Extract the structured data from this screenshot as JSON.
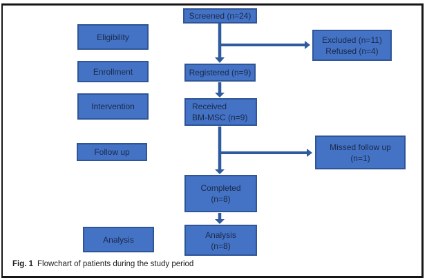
{
  "colors": {
    "box_fill": "#4472c4",
    "box_border": "#2f5597",
    "box_text": "#1b2a4a",
    "arrow": "#2e5b9e"
  },
  "flowchart": {
    "stage_labels": [
      {
        "id": "eligibility",
        "label": "Eligibility"
      },
      {
        "id": "enrollment",
        "label": "Enrollment"
      },
      {
        "id": "intervention",
        "label": "Intervention"
      },
      {
        "id": "followup",
        "label": "Follow up"
      },
      {
        "id": "analysis",
        "label": "Analysis"
      }
    ],
    "nodes": [
      {
        "id": "screened",
        "lines": [
          "Screened (n=24)"
        ]
      },
      {
        "id": "registered",
        "lines": [
          "Registered (n=9)"
        ]
      },
      {
        "id": "received",
        "lines": [
          "Received",
          "BM-MSC (n=9)"
        ]
      },
      {
        "id": "completed",
        "lines": [
          "Completed",
          "(n=8)"
        ]
      },
      {
        "id": "analysis",
        "lines": [
          "Analysis",
          "(n=8)"
        ]
      }
    ],
    "side_nodes": [
      {
        "id": "excluded",
        "lines": [
          "Excluded (n=11)",
          "Refused (n=4)"
        ]
      },
      {
        "id": "missed",
        "lines": [
          "Missed follow up",
          "(n=1)"
        ]
      }
    ]
  },
  "caption": {
    "label": "Fig. 1",
    "text": "Flowchart of patients during the study period"
  }
}
